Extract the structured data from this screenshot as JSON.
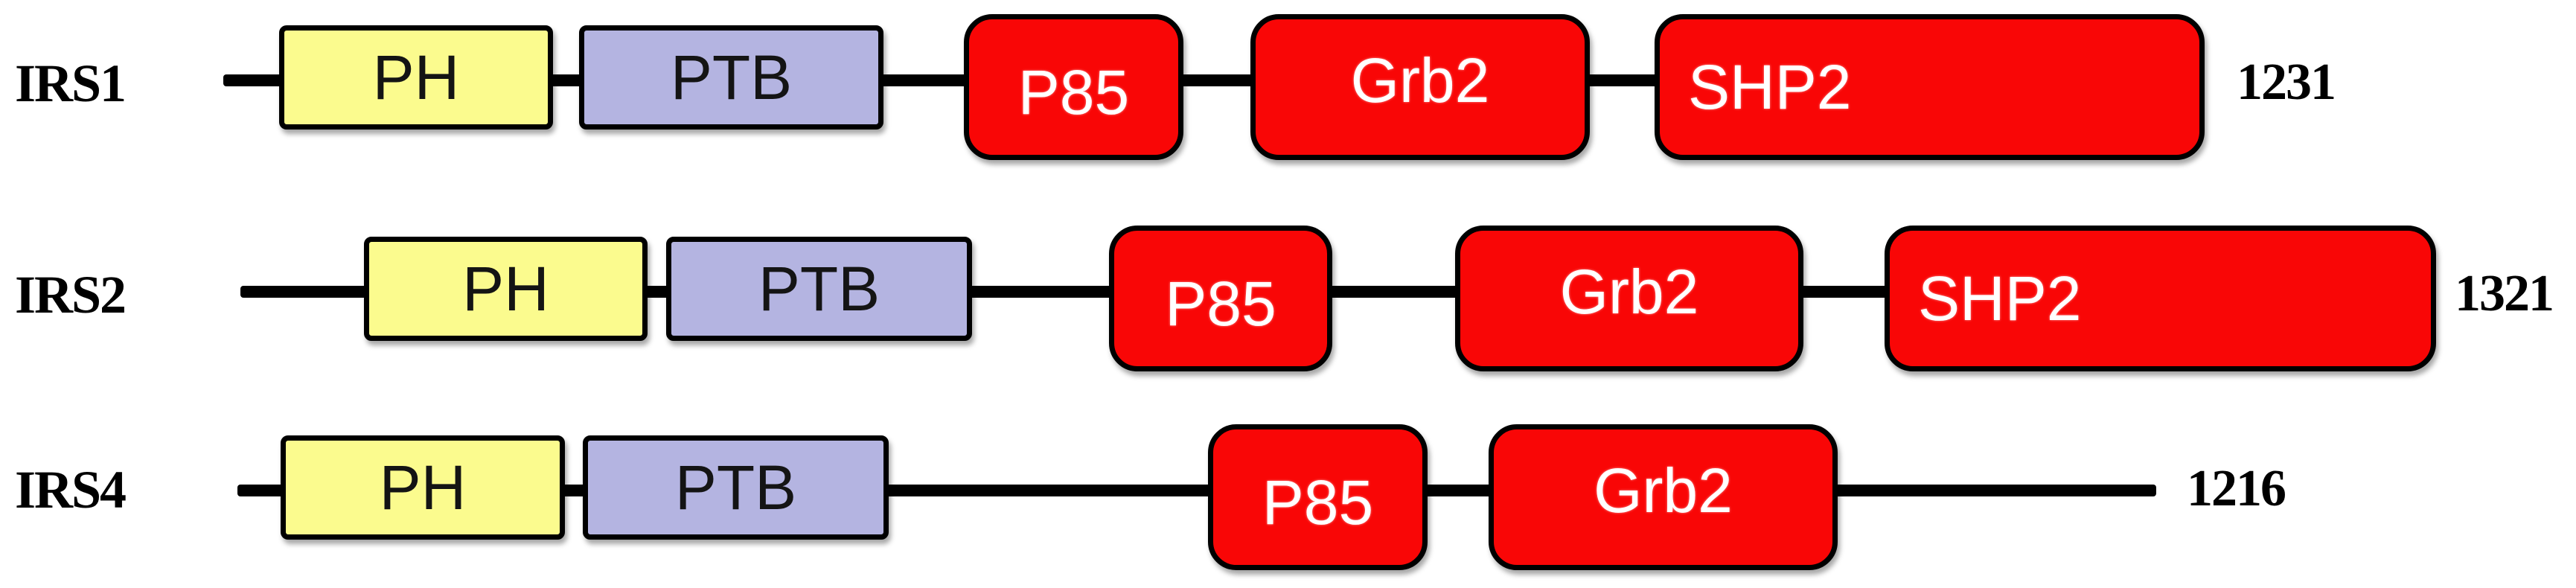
{
  "figure": {
    "description": "IRS family protein domain structure diagram",
    "background": "#FFFFFF"
  },
  "colors": {
    "ph_fill": "#FBFB8E",
    "ptb_fill": "#B4B4E1",
    "interaction_fill": "#F90606",
    "outline": "#000000",
    "domain_text_light": "#FFFFFF",
    "label_text": "#000000"
  },
  "proteins": [
    {
      "name": "IRS1",
      "length": "1231",
      "domains": [
        {
          "label": "PH",
          "type": "PH domain"
        },
        {
          "label": "PTB",
          "type": "PTB domain"
        },
        {
          "label": "P85",
          "type": "binding region"
        },
        {
          "label": "Grb2",
          "type": "binding region"
        },
        {
          "label": "SHP2",
          "type": "binding region"
        }
      ]
    },
    {
      "name": "IRS2",
      "length": "1321",
      "domains": [
        {
          "label": "PH",
          "type": "PH domain"
        },
        {
          "label": "PTB",
          "type": "PTB domain"
        },
        {
          "label": "P85",
          "type": "binding region"
        },
        {
          "label": "Grb2",
          "type": "binding region"
        },
        {
          "label": "SHP2",
          "type": "binding region"
        }
      ]
    },
    {
      "name": "IRS4",
      "length": "1216",
      "domains": [
        {
          "label": "PH",
          "type": "PH domain"
        },
        {
          "label": "PTB",
          "type": "PTB domain"
        },
        {
          "label": "P85",
          "type": "binding region"
        },
        {
          "label": "Grb2",
          "type": "binding region"
        }
      ]
    }
  ]
}
